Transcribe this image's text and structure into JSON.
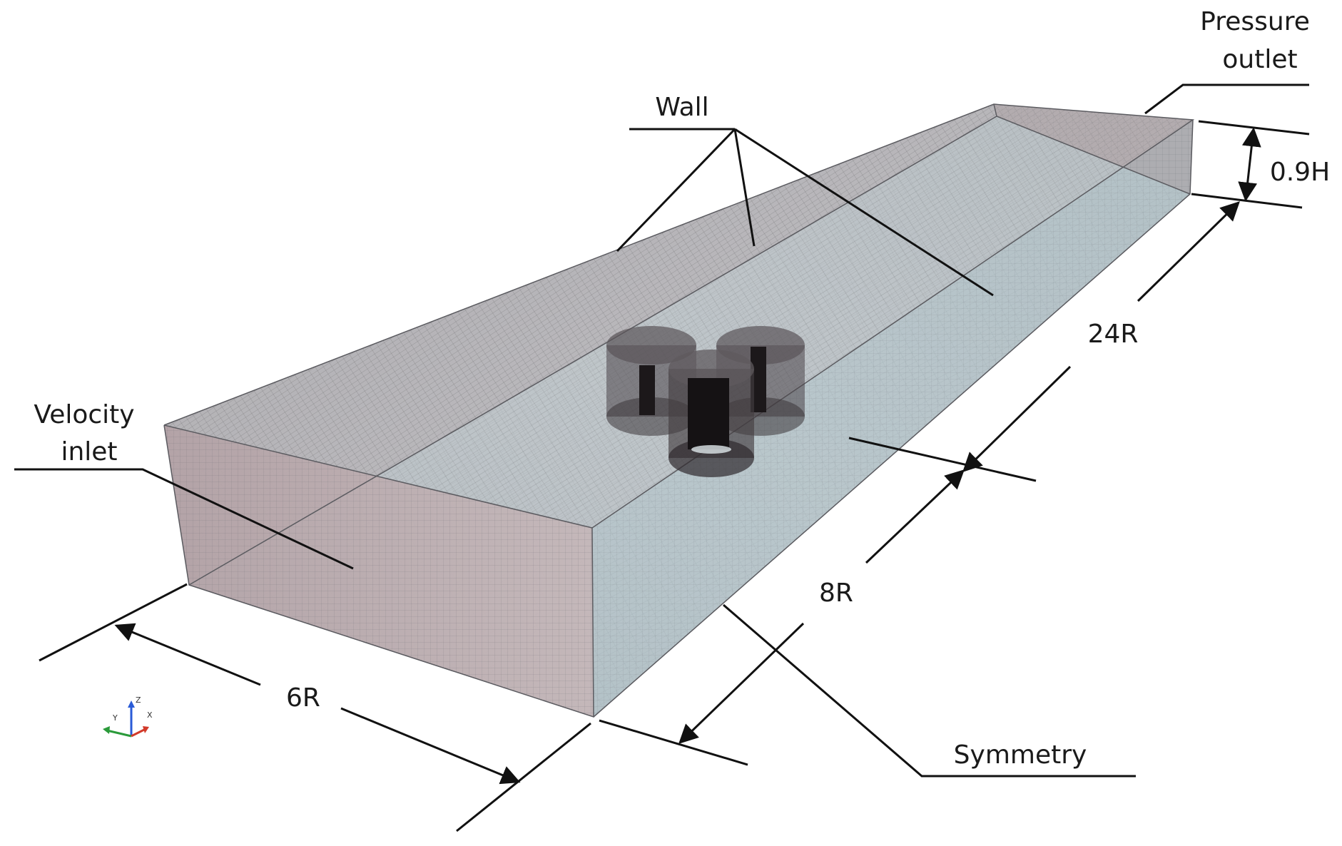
{
  "labels": {
    "pressure_outlet": [
      "Pressure",
      "outlet"
    ],
    "wall": "Wall",
    "velocity_inlet": [
      "Velocity",
      "inlet"
    ],
    "symmetry": "Symmetry"
  },
  "dimensions": {
    "depth": "0.9H",
    "downstream_length": "24R",
    "upstream_length": "8R",
    "width": "6R"
  },
  "axis_triad": {
    "z": "Z",
    "y": "Y",
    "x": "X"
  },
  "colors": {
    "inlet_face": "#b9a9ac",
    "outlet_face": "#a99a9d",
    "side_wall": "#a7a7aa",
    "floor": "#c2d3d8",
    "turbine": "#3a3438",
    "axis_z": "#2a5bd7",
    "axis_y": "#2a9a3a",
    "axis_x": "#d23a2a"
  }
}
